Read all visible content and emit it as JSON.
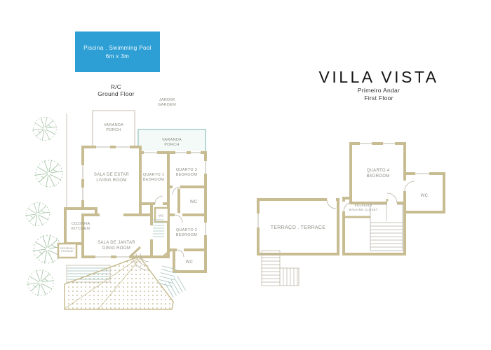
{
  "pool": {
    "label": "Piscina . Swimming Pool",
    "size": "6m x 3m"
  },
  "title": {
    "main": "VILLA VISTA"
  },
  "ground_floor": {
    "label_pt": "R/C",
    "label_en": "Ground Floor",
    "garden_pt": "JARDIM",
    "garden_en": "GARDEM",
    "rooms": {
      "varanda_left": {
        "pt": "VARANDA",
        "en": "PORCH"
      },
      "varanda_right": {
        "pt": "VARANDA",
        "en": "PORCH"
      },
      "living": {
        "pt": "SALA DE ESTAR",
        "en": "LIVING ROOM"
      },
      "quarto1": {
        "pt": "QUARTO 1",
        "en": "BEDROOM"
      },
      "quarto3": {
        "pt": "QUARTO 3",
        "en": "BEDROOM"
      },
      "wc_top": {
        "label": "WC"
      },
      "quarto2": {
        "pt": "QUARTO 2",
        "en": "BEDROOM"
      },
      "wc_bottom": {
        "label": "WC"
      },
      "kitchen": {
        "pt": "COZINHA",
        "en": "KITCHEN"
      },
      "dining": {
        "pt": "SALA DE JANTAR",
        "en": "DINIG ROOM"
      },
      "wc_small": {
        "label": "WC"
      },
      "storage": {
        "pt": "DESPENSA",
        "en": "STORAGE"
      }
    }
  },
  "first_floor": {
    "label_pt": "Primeiro Andar",
    "label_en": "First Floor",
    "rooms": {
      "quarto4": {
        "pt": "QUARTO 4",
        "en": "BEDROOM"
      },
      "wc": {
        "label": "WC"
      },
      "closet": {
        "pt": "ROUPEIRO",
        "en": "WALKING CLOSET"
      },
      "terrace": {
        "label": "TERRAÇO . TERRACE"
      }
    }
  },
  "colors": {
    "pool_blue": "#2E9FD5",
    "wall_tan": "#C8BD92",
    "porch_teal": "#8FC1BD",
    "stair_teal": "#AFCBC5",
    "tree_green": "#9CBE9C",
    "label_gray": "#8F8E85",
    "deck_dot": "#A79B66"
  }
}
